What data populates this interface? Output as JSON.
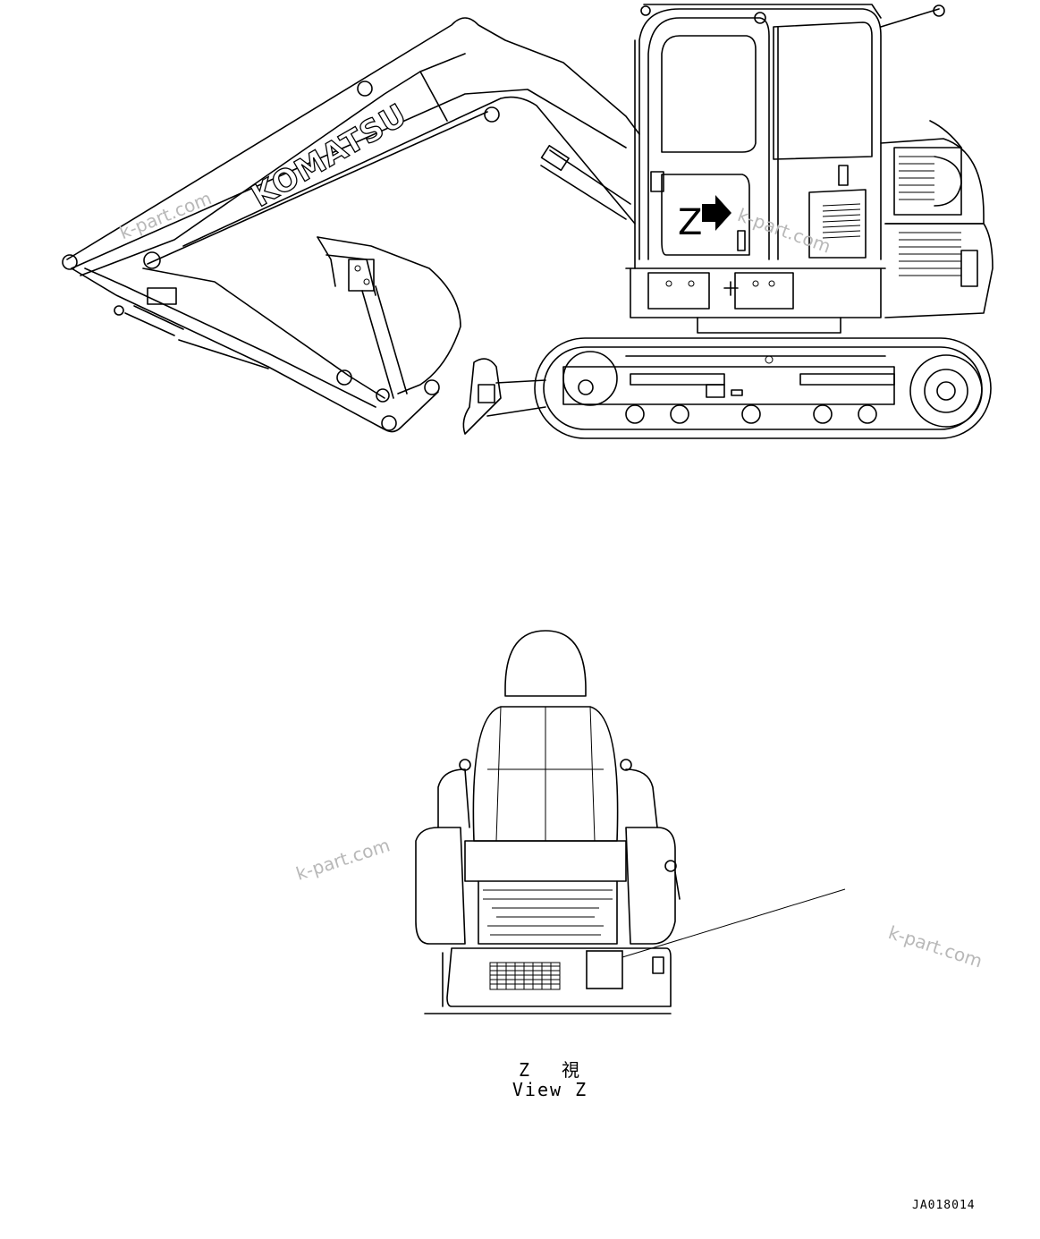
{
  "excavator": {
    "brand_text": "KOMATSU",
    "view_marker_letter": "Z"
  },
  "seat_view": {
    "caption_jp": "Z 視",
    "caption_en": "View Z"
  },
  "watermarks": [
    "k-part.com",
    "k-part.com",
    "k-part.com",
    "k-part.com"
  ],
  "document_id": "JA018014"
}
